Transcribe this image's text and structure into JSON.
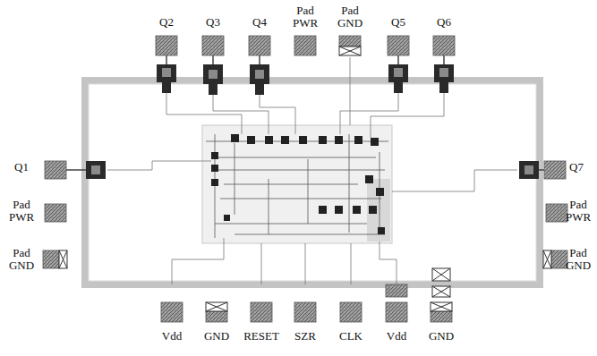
{
  "diagram": {
    "labels": [
      "Q2",
      "Q3",
      "Q4",
      "Pad PWR",
      "Pad GND",
      "Q5",
      "Q6",
      "Q1",
      "Pad PWR",
      "Pad GND",
      "Q7",
      "Pad PWR",
      "Pad GND",
      "Vdd",
      "GND",
      "RESET",
      "SZR",
      "CLK",
      "Vdd",
      "GND"
    ]
  }
}
